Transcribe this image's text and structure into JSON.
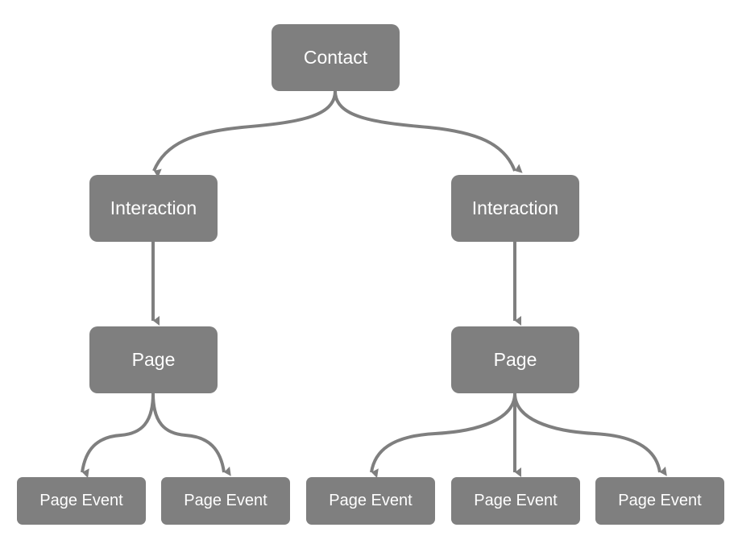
{
  "diagram": {
    "root": {
      "label": "Contact"
    },
    "branches": [
      {
        "interaction": {
          "label": "Interaction"
        },
        "page": {
          "label": "Page"
        },
        "events": [
          {
            "label": "Page Event"
          },
          {
            "label": "Page Event"
          }
        ]
      },
      {
        "interaction": {
          "label": "Interaction"
        },
        "page": {
          "label": "Page"
        },
        "events": [
          {
            "label": "Page Event"
          },
          {
            "label": "Page Event"
          },
          {
            "label": "Page Event"
          }
        ]
      }
    ],
    "colors": {
      "node_fill": "#7f7f7f",
      "node_text": "#ffffff",
      "connector": "#7f7f7f",
      "background": "#ffffff"
    }
  }
}
